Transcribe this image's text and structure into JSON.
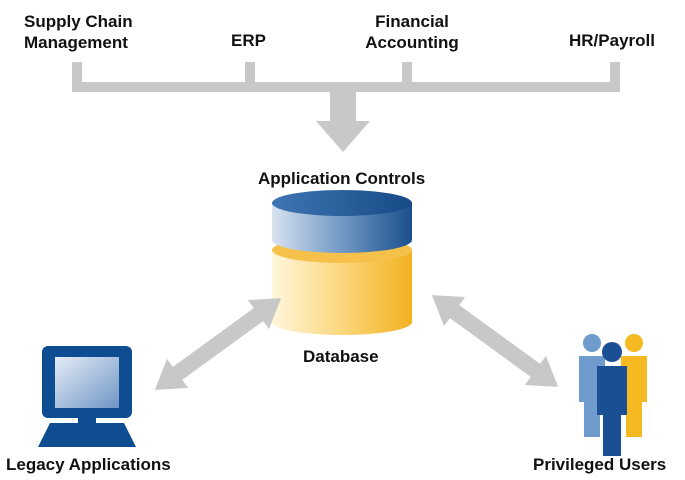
{
  "top_systems": [
    {
      "line1": "Supply Chain",
      "line2": "Management"
    },
    {
      "line1": "ERP"
    },
    {
      "line1": "Financial",
      "line2": "Accounting"
    },
    {
      "line1": "HR/Payroll"
    }
  ],
  "center": {
    "controls_label": "Application Controls",
    "database_label": "Database"
  },
  "left_node": {
    "label": "Legacy Applications",
    "icon": "computer-icon"
  },
  "right_node": {
    "label": "Privileged Users",
    "icon": "people-icon"
  },
  "colors": {
    "connector_gray": "#c8c8c8",
    "db_top_blue": "#1f5d9e",
    "db_body_yellow": "#f6c14a",
    "computer_blue": "#0f4d92",
    "people_light_blue": "#6f9bcd",
    "people_dark_blue": "#1b4f93",
    "people_yellow": "#f5b921"
  }
}
